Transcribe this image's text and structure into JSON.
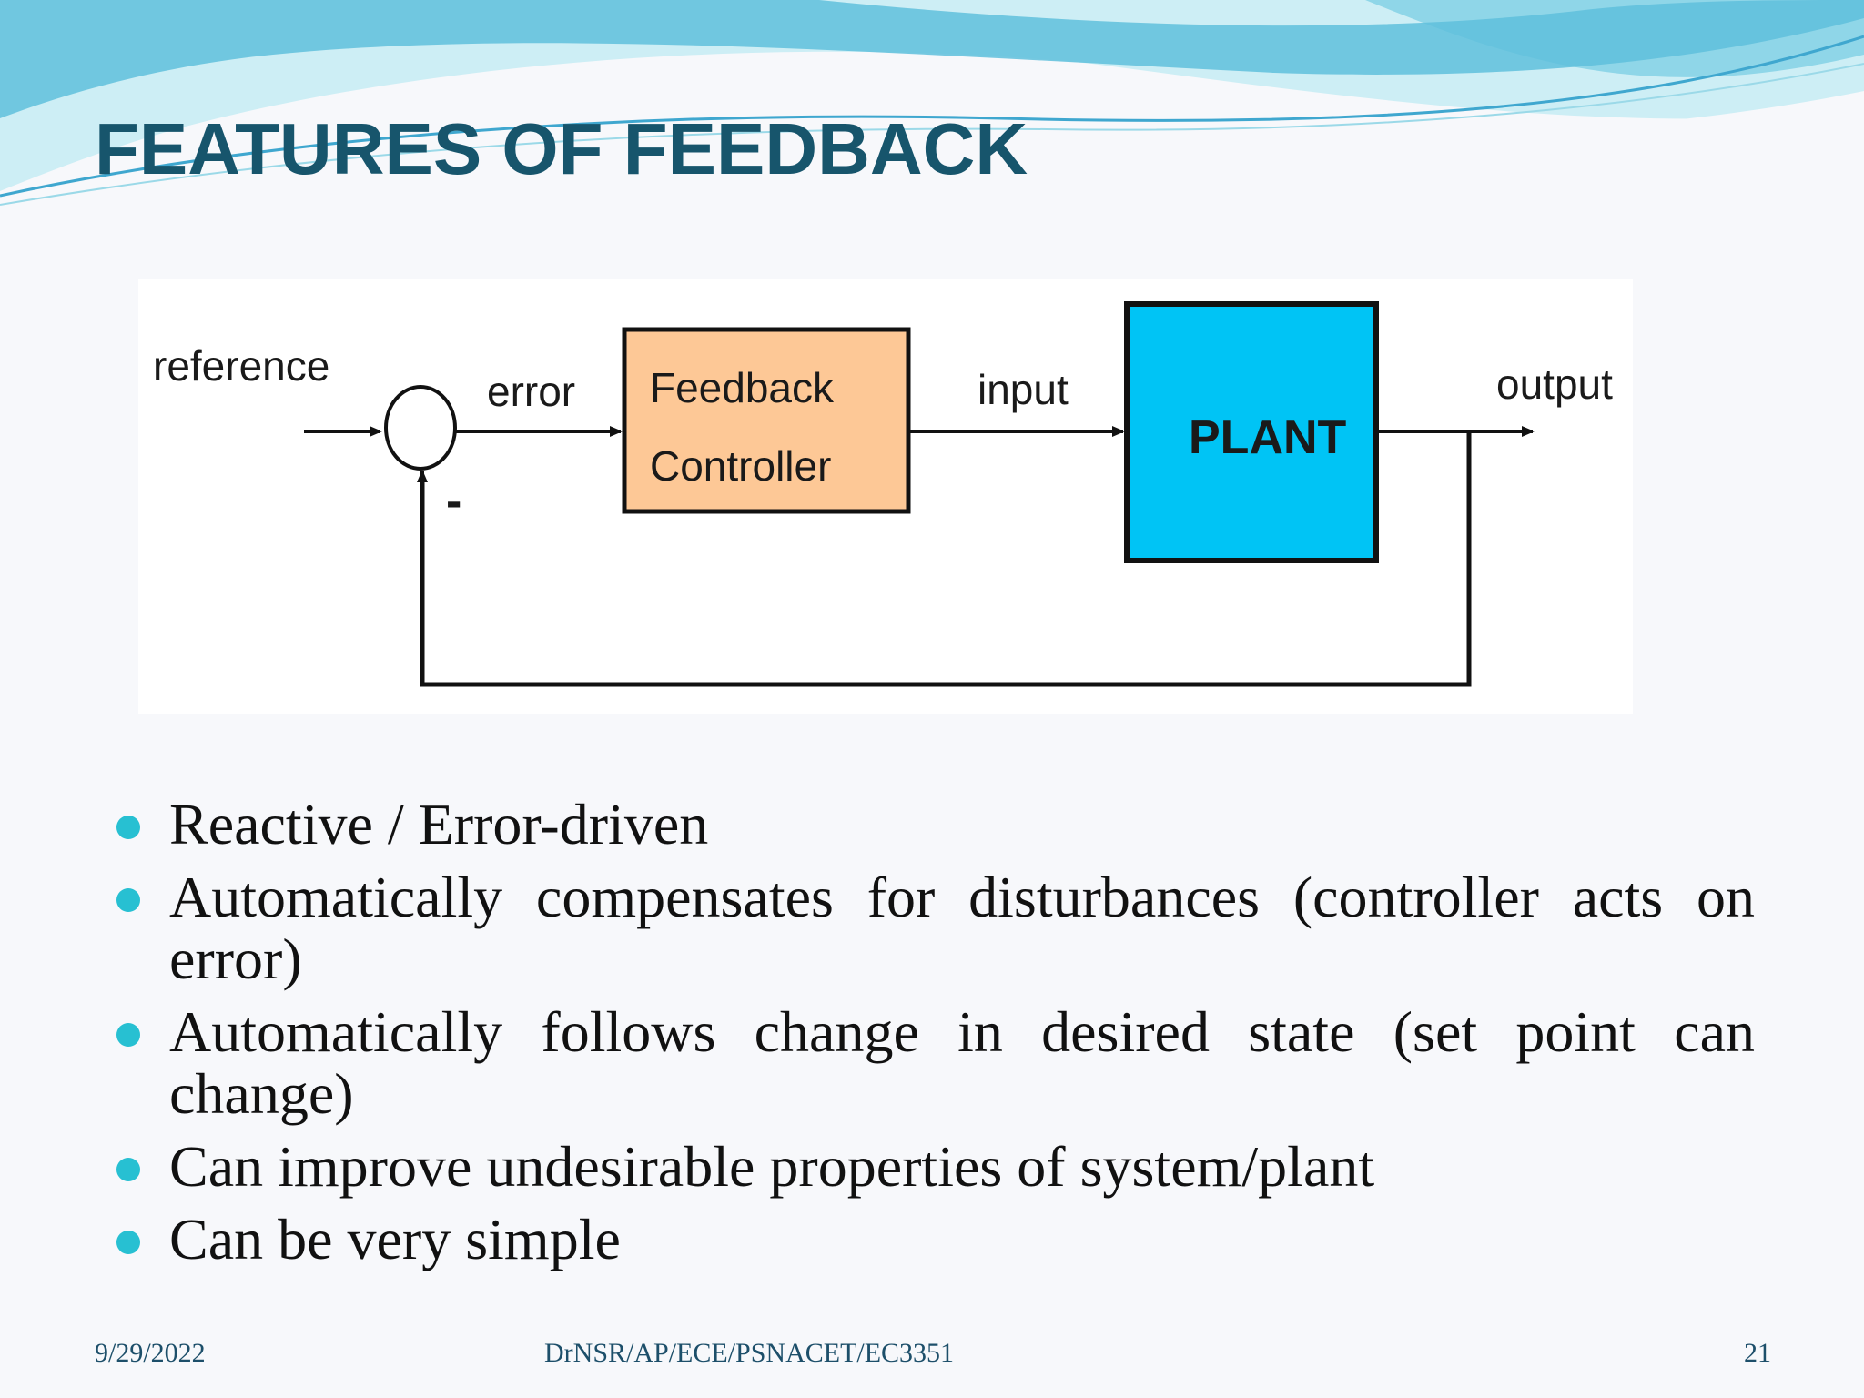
{
  "slide": {
    "title": "FEATURES OF FEEDBACK",
    "colors": {
      "title": "#17556c",
      "bullet": "#27c0d2",
      "controller_fill": "#fdc896",
      "plant_fill": "#00c4f5",
      "wave_light": "#bfe9f2",
      "wave_mid": "#7ccfe3",
      "wave_dark": "#3fa7cf"
    },
    "diagram": {
      "reference_label": "reference",
      "error_label": "error",
      "controller_line1": "Feedback",
      "controller_line2": "Controller",
      "input_label": "input",
      "plant_label": "PLANT",
      "output_label": "output",
      "minus_sign": "-"
    },
    "bullets": [
      "Reactive / Error-driven",
      "Automatically compensates for disturbances (controller acts on error)",
      "Automatically follows change in desired state (set point can change)",
      "Can improve undesirable properties of system/plant",
      "Can be very simple"
    ],
    "footer": {
      "date": "9/29/2022",
      "center": "DrNSR/AP/ECE/PSNACET/EC3351",
      "page": "21"
    }
  }
}
